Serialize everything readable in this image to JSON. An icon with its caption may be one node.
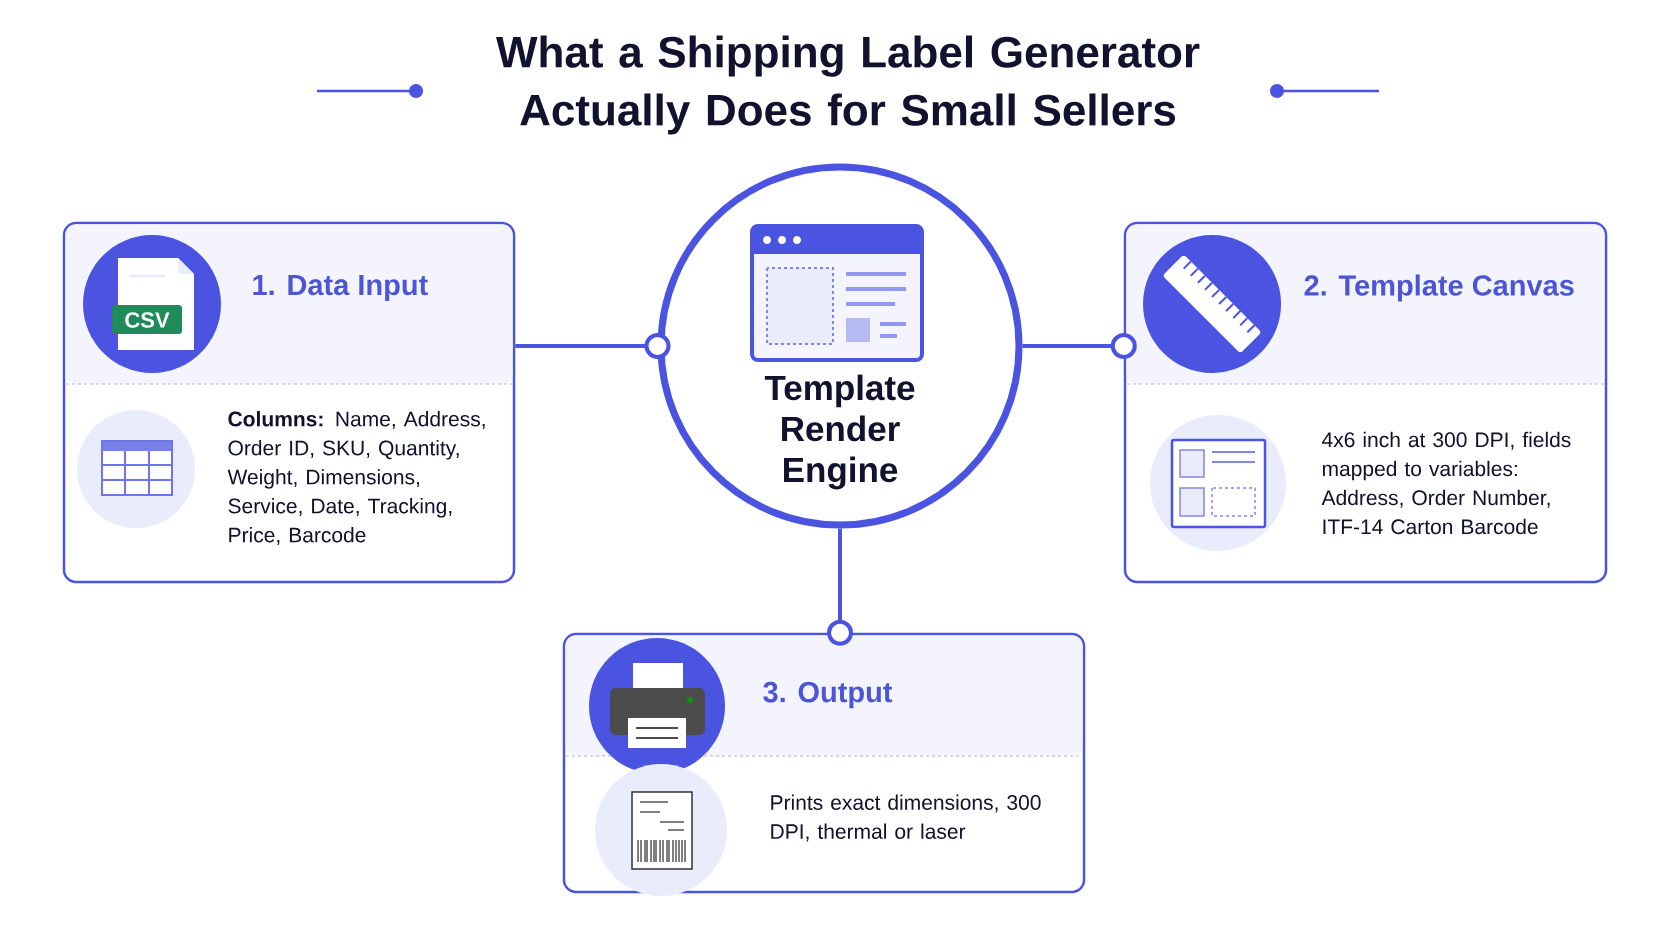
{
  "diagram": {
    "title": "What a Shipping Label Generator Actually Does for Small Sellers",
    "nodes": [
      {
        "text": [
          "1. Data Input",
          "**Columns:** Name, Address, Order ID, SKU, Quantity, Weight, Dimensions, Service, Date, Tracking, Price, Barcode"
        ]
      },
      {
        "text": [
          "Template Render Engine"
        ]
      },
      {
        "text": [
          "2. Template Canvas",
          "4x6 inch at 300 DPI, fields mapped to variables: Address, Order Number, ITF-14 Carton Barcode"
        ]
      },
      {
        "text": [
          "3. Output",
          "Prints exact dimensions, 300 DPI, thermal or laser"
        ]
      }
    ],
    "edges": [
      {
        "from": 0,
        "to": 1,
        "arrow": "other"
      },
      {
        "from": 1,
        "to": 2,
        "arrow": "other"
      },
      {
        "from": 1,
        "to": 3,
        "arrow": "other"
      }
    ],
    "labels": [
      "CSV"
    ]
  }
}
